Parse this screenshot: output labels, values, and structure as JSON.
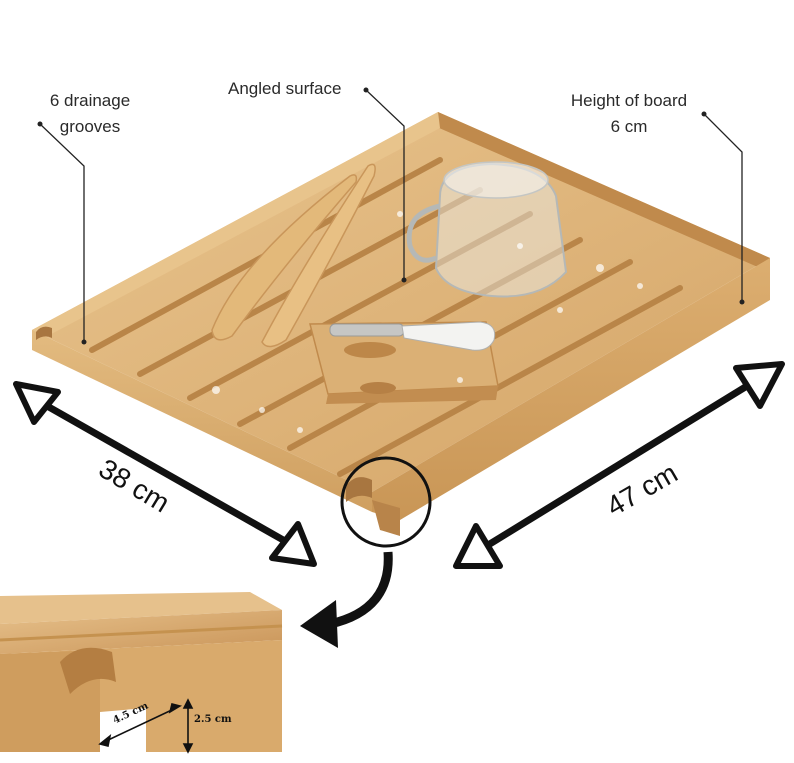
{
  "annotations": {
    "drainage_line1": "6 drainage",
    "drainage_line2": "grooves",
    "angled_surface": "Angled surface",
    "height_line1": "Height of board",
    "height_line2": "6 cm"
  },
  "dimensions": {
    "width": "38 cm",
    "length": "47 cm",
    "groove_width": "4.5 cm",
    "groove_depth": "2.5 cm"
  },
  "colors": {
    "wood_light": "#e2bd85",
    "wood_mid": "#d3a566",
    "wood_dark": "#b98548",
    "ink": "#111111"
  },
  "icons": [
    "arrow-icon",
    "magnifier-circle-icon",
    "curved-arrow-icon",
    "tongs-icon",
    "glass-cup-icon",
    "butter-knife-icon"
  ]
}
